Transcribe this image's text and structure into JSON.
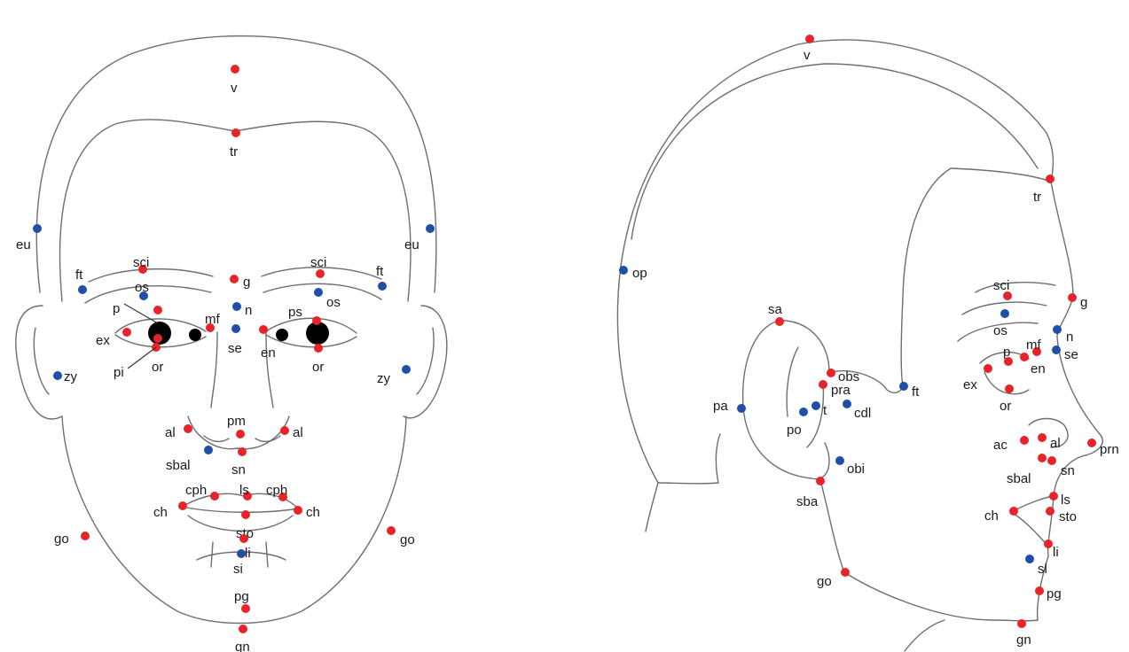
{
  "colors": {
    "landmark_red": "#e8232a",
    "landmark_blue": "#1f4fa8",
    "outline": "#6e6e6e",
    "text": "#1a1a1a"
  },
  "frontal_view": {
    "landmarks": [
      {
        "label": "v",
        "color": "red"
      },
      {
        "label": "tr",
        "color": "red"
      },
      {
        "label": "eu",
        "color": "blue"
      },
      {
        "label": "eu",
        "color": "blue"
      },
      {
        "label": "ft",
        "color": "blue"
      },
      {
        "label": "ft",
        "color": "blue"
      },
      {
        "label": "sci",
        "color": "red"
      },
      {
        "label": "sci",
        "color": "red"
      },
      {
        "label": "g",
        "color": "red"
      },
      {
        "label": "os",
        "color": "blue"
      },
      {
        "label": "os",
        "color": "blue"
      },
      {
        "label": "n",
        "color": "blue"
      },
      {
        "label": "p",
        "color": "red"
      },
      {
        "label": "ps",
        "color": "red"
      },
      {
        "label": "mf",
        "color": "red"
      },
      {
        "label": "ex",
        "color": "red"
      },
      {
        "label": "en",
        "color": "red"
      },
      {
        "label": "se",
        "color": "blue"
      },
      {
        "label": "pi",
        "color": "red"
      },
      {
        "label": "or",
        "color": "red"
      },
      {
        "label": "or",
        "color": "red"
      },
      {
        "label": "zy",
        "color": "blue"
      },
      {
        "label": "zy",
        "color": "blue"
      },
      {
        "label": "pm",
        "color": "red"
      },
      {
        "label": "al",
        "color": "red"
      },
      {
        "label": "al",
        "color": "red"
      },
      {
        "label": "sbal",
        "color": "blue"
      },
      {
        "label": "sn",
        "color": "red"
      },
      {
        "label": "cph",
        "color": "red"
      },
      {
        "label": "ls",
        "color": "red"
      },
      {
        "label": "cph",
        "color": "red"
      },
      {
        "label": "ch",
        "color": "red"
      },
      {
        "label": "ch",
        "color": "red"
      },
      {
        "label": "sto",
        "color": "red"
      },
      {
        "label": "go",
        "color": "red"
      },
      {
        "label": "go",
        "color": "red"
      },
      {
        "label": "li",
        "color": "red"
      },
      {
        "label": "si",
        "color": "blue"
      },
      {
        "label": "pg",
        "color": "red"
      },
      {
        "label": "gn",
        "color": "red"
      }
    ]
  },
  "profile_view": {
    "landmarks": [
      {
        "label": "v",
        "color": "red"
      },
      {
        "label": "tr",
        "color": "red"
      },
      {
        "label": "op",
        "color": "blue"
      },
      {
        "label": "sci",
        "color": "red"
      },
      {
        "label": "g",
        "color": "red"
      },
      {
        "label": "sa",
        "color": "red"
      },
      {
        "label": "os",
        "color": "blue"
      },
      {
        "label": "n",
        "color": "blue"
      },
      {
        "label": "mf",
        "color": "red"
      },
      {
        "label": "p",
        "color": "red"
      },
      {
        "label": "se",
        "color": "blue"
      },
      {
        "label": "en",
        "color": "red"
      },
      {
        "label": "ex",
        "color": "red"
      },
      {
        "label": "obs",
        "color": "red"
      },
      {
        "label": "pra",
        "color": "red"
      },
      {
        "label": "ft",
        "color": "blue"
      },
      {
        "label": "pa",
        "color": "blue"
      },
      {
        "label": "t",
        "color": "blue"
      },
      {
        "label": "cdl",
        "color": "blue"
      },
      {
        "label": "po",
        "color": "blue"
      },
      {
        "label": "or",
        "color": "red"
      },
      {
        "label": "ac",
        "color": "red"
      },
      {
        "label": "al",
        "color": "red"
      },
      {
        "label": "prn",
        "color": "red"
      },
      {
        "label": "obi",
        "color": "blue"
      },
      {
        "label": "sbal",
        "color": "red"
      },
      {
        "label": "sn",
        "color": "red"
      },
      {
        "label": "sba",
        "color": "red"
      },
      {
        "label": "ls",
        "color": "red"
      },
      {
        "label": "ch",
        "color": "red"
      },
      {
        "label": "sto",
        "color": "red"
      },
      {
        "label": "li",
        "color": "red"
      },
      {
        "label": "sl",
        "color": "blue"
      },
      {
        "label": "go",
        "color": "red"
      },
      {
        "label": "pg",
        "color": "red"
      },
      {
        "label": "gn",
        "color": "red"
      }
    ]
  }
}
